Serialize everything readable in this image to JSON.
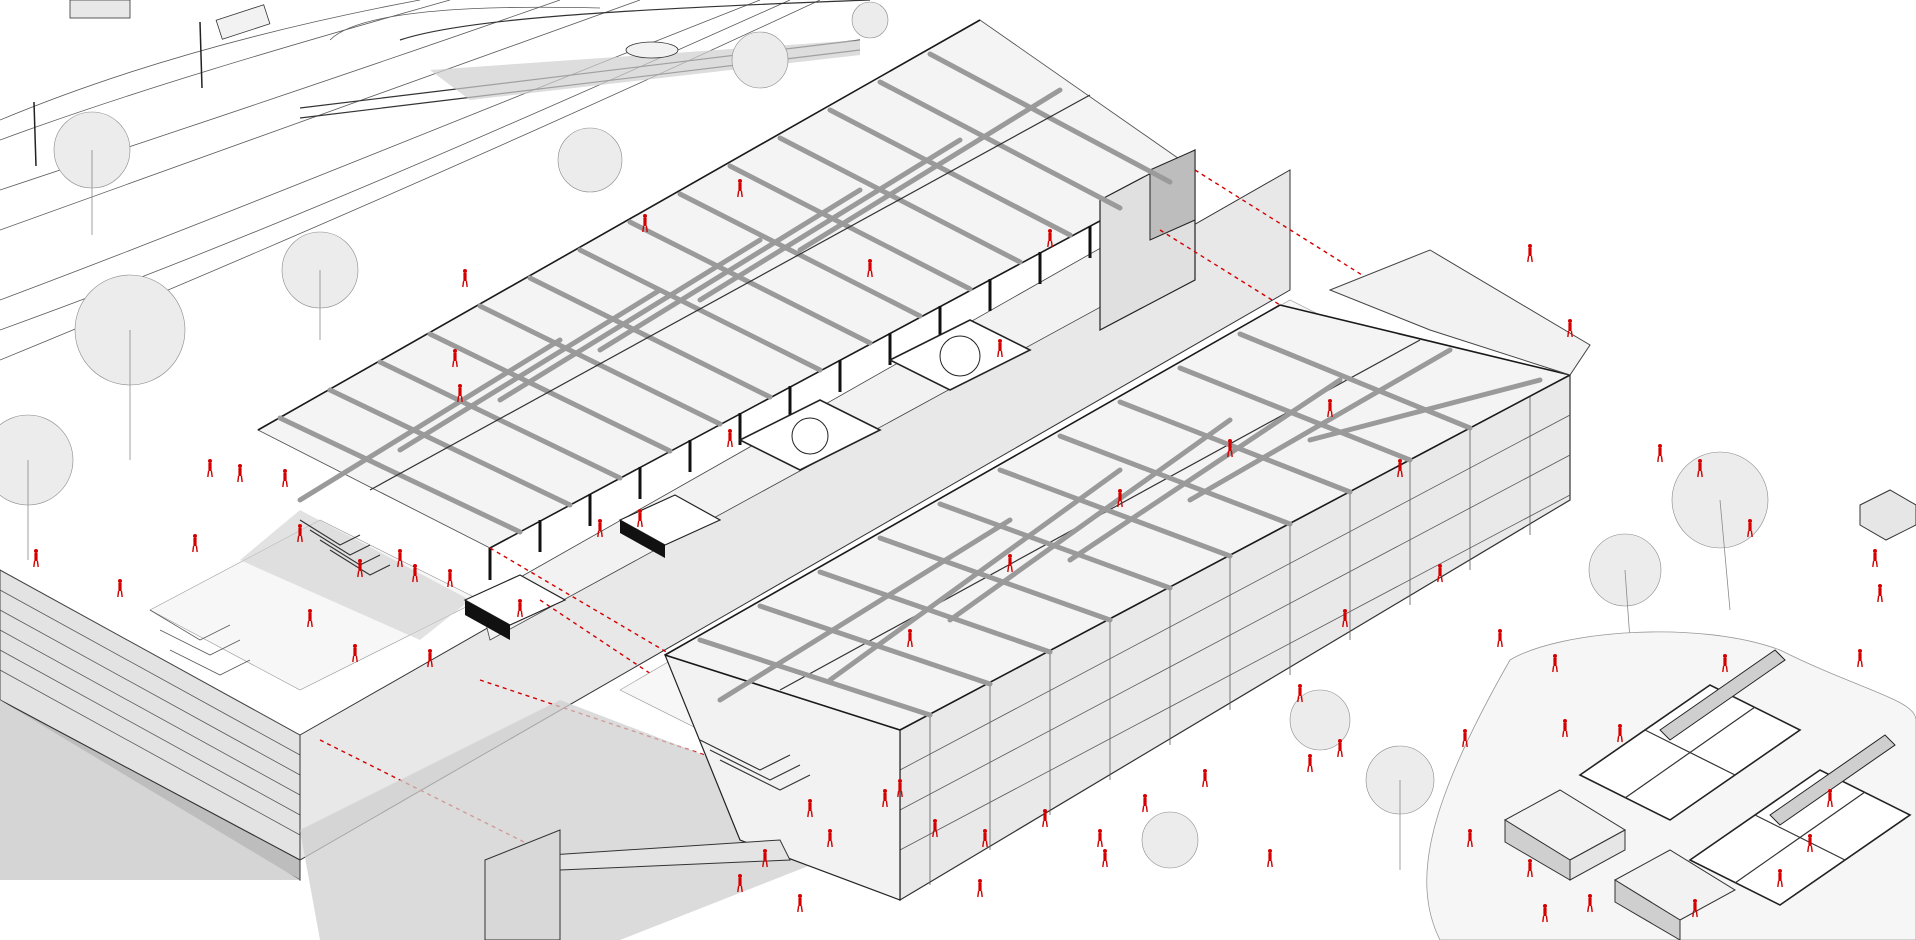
{
  "figure": {
    "kind": "isometric-architectural-section-drawing",
    "accent_color": "#d40000",
    "line_color": "#333333",
    "shadow_color": "#cfcfcf",
    "background_color": "#ffffff",
    "visible_text": []
  },
  "elements": {
    "buildings": [
      "cut-away-shed-with-timber-roof",
      "covered-hall-with-lattice-facade"
    ],
    "roof_structure": "diagonal-timber-truss-grid",
    "site_features": [
      "road",
      "bridge-ramp",
      "trees",
      "sports-courts",
      "small-pavilions",
      "stepped-seating",
      "plaza-pavement"
    ],
    "connector_lines": "red-dashed-alignment-lines",
    "people_markers": "red-human-figures"
  }
}
